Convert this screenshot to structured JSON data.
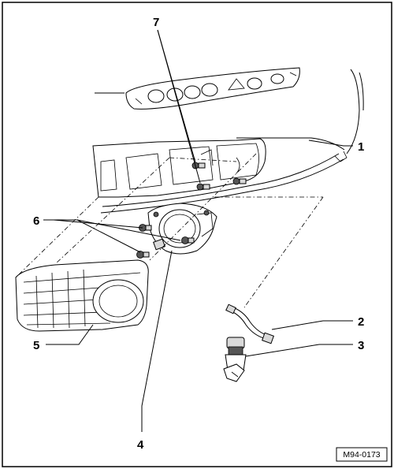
{
  "diagram": {
    "callouts": [
      {
        "id": "1",
        "label": "1"
      },
      {
        "id": "2",
        "label": "2"
      },
      {
        "id": "3",
        "label": "3"
      },
      {
        "id": "4",
        "label": "4"
      },
      {
        "id": "5",
        "label": "5"
      },
      {
        "id": "6",
        "label": "6"
      },
      {
        "id": "7",
        "label": "7"
      }
    ],
    "reference_code": "M94-0173"
  }
}
